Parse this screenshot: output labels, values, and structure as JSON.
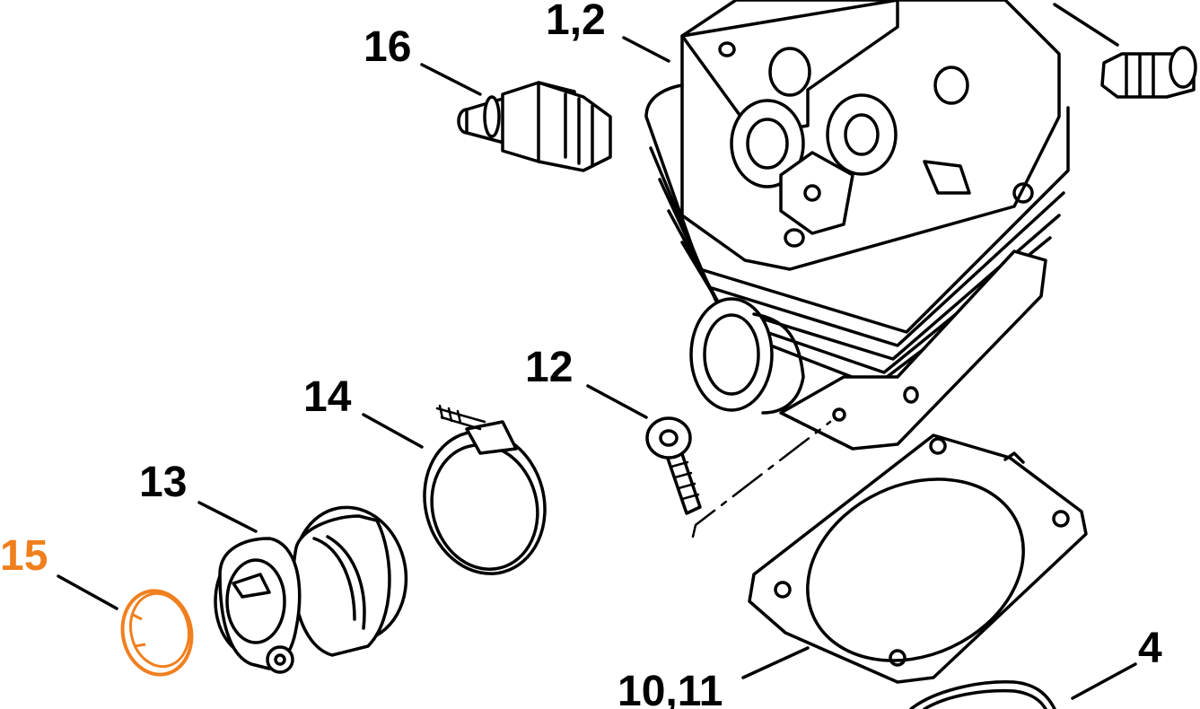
{
  "colors": {
    "line": "#000000",
    "highlight": "#f07f1e",
    "background": "#ffffff"
  },
  "callouts": {
    "c16": "16",
    "c1_2": "1,2",
    "c12": "12",
    "c14": "14",
    "c13": "13",
    "c15": "15",
    "c10_11": "10,11",
    "c4": "4"
  },
  "highlighted_part": "15"
}
